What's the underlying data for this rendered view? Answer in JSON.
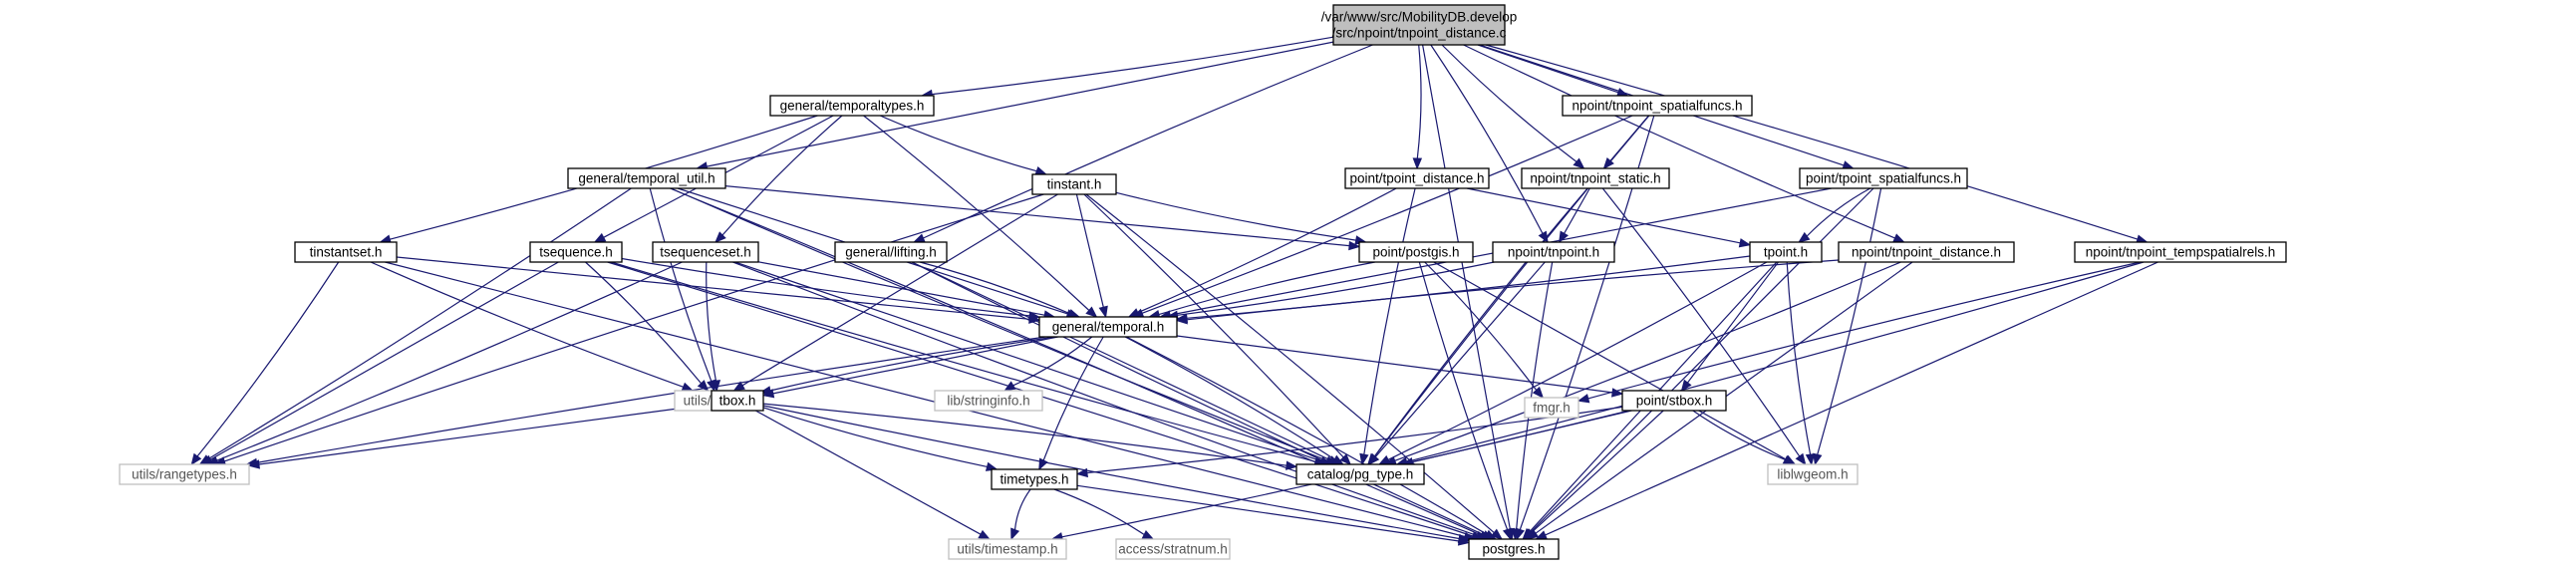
{
  "nodes": [
    {
      "id": "root",
      "lines": [
        "/var/www/src/MobilityDB.develop",
        "/src/npoint/tnpoint_distance.c"
      ],
      "style": "root"
    },
    {
      "id": "temporaltypes",
      "lines": [
        "general/temporaltypes.h"
      ],
      "style": "normal"
    },
    {
      "id": "spatialfuncs",
      "lines": [
        "npoint/tnpoint_spatialfuncs.h"
      ],
      "style": "normal"
    },
    {
      "id": "temporal_util",
      "lines": [
        "general/temporal_util.h"
      ],
      "style": "normal"
    },
    {
      "id": "tinstant",
      "lines": [
        "tinstant.h"
      ],
      "style": "normal"
    },
    {
      "id": "tpoint_distance",
      "lines": [
        "point/tpoint_distance.h"
      ],
      "style": "normal"
    },
    {
      "id": "tnpoint_static",
      "lines": [
        "npoint/tnpoint_static.h"
      ],
      "style": "normal"
    },
    {
      "id": "tpoint_spatialfuncs",
      "lines": [
        "point/tpoint_spatialfuncs.h"
      ],
      "style": "normal"
    },
    {
      "id": "tinstantset",
      "lines": [
        "tinstantset.h"
      ],
      "style": "normal"
    },
    {
      "id": "tsequence",
      "lines": [
        "tsequence.h"
      ],
      "style": "normal"
    },
    {
      "id": "tsequenceset",
      "lines": [
        "tsequenceset.h"
      ],
      "style": "normal"
    },
    {
      "id": "lifting",
      "lines": [
        "general/lifting.h"
      ],
      "style": "normal"
    },
    {
      "id": "postgis",
      "lines": [
        "point/postgis.h"
      ],
      "style": "normal"
    },
    {
      "id": "tnpoint",
      "lines": [
        "npoint/tnpoint.h"
      ],
      "style": "normal"
    },
    {
      "id": "tpoint",
      "lines": [
        "tpoint.h"
      ],
      "style": "normal"
    },
    {
      "id": "tnpoint_distance",
      "lines": [
        "npoint/tnpoint_distance.h"
      ],
      "style": "normal"
    },
    {
      "id": "tempspatialrels",
      "lines": [
        "npoint/tnpoint_tempspatialrels.h"
      ],
      "style": "normal"
    },
    {
      "id": "temporal",
      "lines": [
        "general/temporal.h"
      ],
      "style": "normal"
    },
    {
      "id": "fmgr",
      "lines": [
        "fmgr.h"
      ],
      "style": "ext"
    },
    {
      "id": "array",
      "lines": [
        "utils/array.h"
      ],
      "style": "ext"
    },
    {
      "id": "stringinfo",
      "lines": [
        "lib/stringinfo.h"
      ],
      "style": "ext"
    },
    {
      "id": "tbox",
      "lines": [
        "tbox.h"
      ],
      "style": "normal"
    },
    {
      "id": "stbox",
      "lines": [
        "point/stbox.h"
      ],
      "style": "normal"
    },
    {
      "id": "rangetypes",
      "lines": [
        "utils/rangetypes.h"
      ],
      "style": "ext"
    },
    {
      "id": "pg_type",
      "lines": [
        "catalog/pg_type.h"
      ],
      "style": "normal"
    },
    {
      "id": "liblwgeom",
      "lines": [
        "liblwgeom.h"
      ],
      "style": "ext"
    },
    {
      "id": "timetypes",
      "lines": [
        "timetypes.h"
      ],
      "style": "normal"
    },
    {
      "id": "timestamp",
      "lines": [
        "utils/timestamp.h"
      ],
      "style": "ext"
    },
    {
      "id": "stratnum",
      "lines": [
        "access/stratnum.h"
      ],
      "style": "ext"
    },
    {
      "id": "postgres",
      "lines": [
        "postgres.h"
      ],
      "style": "normal"
    }
  ],
  "edges": [
    [
      "root",
      "temporaltypes"
    ],
    [
      "root",
      "temporal_util"
    ],
    [
      "root",
      "lifting"
    ],
    [
      "root",
      "tpoint_distance"
    ],
    [
      "root",
      "spatialfuncs"
    ],
    [
      "root",
      "tnpoint_static"
    ],
    [
      "root",
      "tnpoint"
    ],
    [
      "root",
      "tpoint_spatialfuncs"
    ],
    [
      "root",
      "tnpoint_distance"
    ],
    [
      "root",
      "tempspatialrels"
    ],
    [
      "root",
      "postgres"
    ],
    [
      "temporaltypes",
      "tinstant"
    ],
    [
      "temporaltypes",
      "tinstantset"
    ],
    [
      "temporaltypes",
      "tsequence"
    ],
    [
      "temporaltypes",
      "tsequenceset"
    ],
    [
      "temporaltypes",
      "temporal"
    ],
    [
      "temporal_util",
      "temporal"
    ],
    [
      "temporal_util",
      "array"
    ],
    [
      "temporal_util",
      "rangetypes"
    ],
    [
      "temporal_util",
      "postgis"
    ],
    [
      "temporal_util",
      "pg_type"
    ],
    [
      "temporal_util",
      "postgres"
    ],
    [
      "tinstant",
      "temporal"
    ],
    [
      "tinstant",
      "postgis"
    ],
    [
      "tinstant",
      "pg_type"
    ],
    [
      "tinstant",
      "array"
    ],
    [
      "tinstant",
      "rangetypes"
    ],
    [
      "tinstant",
      "postgres"
    ],
    [
      "tinstantset",
      "temporal"
    ],
    [
      "tinstantset",
      "array"
    ],
    [
      "tinstantset",
      "rangetypes"
    ],
    [
      "tinstantset",
      "postgres"
    ],
    [
      "tsequence",
      "temporal"
    ],
    [
      "tsequence",
      "array"
    ],
    [
      "tsequence",
      "rangetypes"
    ],
    [
      "tsequence",
      "pg_type"
    ],
    [
      "tsequence",
      "postgres"
    ],
    [
      "tsequenceset",
      "temporal"
    ],
    [
      "tsequenceset",
      "array"
    ],
    [
      "tsequenceset",
      "rangetypes"
    ],
    [
      "tsequenceset",
      "pg_type"
    ],
    [
      "tsequenceset",
      "postgres"
    ],
    [
      "lifting",
      "temporal"
    ],
    [
      "lifting",
      "pg_type"
    ],
    [
      "lifting",
      "postgres"
    ],
    [
      "tpoint_distance",
      "temporal"
    ],
    [
      "tpoint_distance",
      "tpoint"
    ],
    [
      "tpoint_distance",
      "pg_type"
    ],
    [
      "spatialfuncs",
      "temporal"
    ],
    [
      "spatialfuncs",
      "tnpoint_static"
    ],
    [
      "spatialfuncs",
      "pg_type"
    ],
    [
      "spatialfuncs",
      "postgres"
    ],
    [
      "tnpoint_static",
      "tnpoint"
    ],
    [
      "tnpoint_static",
      "pg_type"
    ],
    [
      "tnpoint_static",
      "liblwgeom"
    ],
    [
      "tpoint_spatialfuncs",
      "temporal"
    ],
    [
      "tpoint_spatialfuncs",
      "tpoint"
    ],
    [
      "tpoint_spatialfuncs",
      "liblwgeom"
    ],
    [
      "tpoint_spatialfuncs",
      "postgres"
    ],
    [
      "postgis",
      "temporal"
    ],
    [
      "postgis",
      "fmgr"
    ],
    [
      "postgis",
      "liblwgeom"
    ],
    [
      "postgis",
      "postgres"
    ],
    [
      "tnpoint",
      "temporal"
    ],
    [
      "tnpoint",
      "pg_type"
    ],
    [
      "tnpoint",
      "postgres"
    ],
    [
      "tpoint",
      "temporal"
    ],
    [
      "tpoint",
      "stbox"
    ],
    [
      "tpoint",
      "liblwgeom"
    ],
    [
      "tpoint",
      "pg_type"
    ],
    [
      "tpoint",
      "postgres"
    ],
    [
      "tnpoint_distance",
      "temporal"
    ],
    [
      "tnpoint_distance",
      "pg_type"
    ],
    [
      "tnpoint_distance",
      "postgres"
    ],
    [
      "tempspatialrels",
      "fmgr"
    ],
    [
      "tempspatialrels",
      "pg_type"
    ],
    [
      "tempspatialrels",
      "postgres"
    ],
    [
      "temporal",
      "array"
    ],
    [
      "temporal",
      "stringinfo"
    ],
    [
      "temporal",
      "tbox"
    ],
    [
      "temporal",
      "timetypes"
    ],
    [
      "temporal",
      "pg_type"
    ],
    [
      "temporal",
      "stbox"
    ],
    [
      "temporal",
      "rangetypes"
    ],
    [
      "temporal",
      "postgres"
    ],
    [
      "tbox",
      "rangetypes"
    ],
    [
      "tbox",
      "timetypes"
    ],
    [
      "tbox",
      "pg_type"
    ],
    [
      "tbox",
      "timestamp"
    ],
    [
      "tbox",
      "postgres"
    ],
    [
      "stbox",
      "timetypes"
    ],
    [
      "stbox",
      "pg_type"
    ],
    [
      "stbox",
      "liblwgeom"
    ],
    [
      "stbox",
      "timestamp"
    ],
    [
      "stbox",
      "postgres"
    ],
    [
      "timetypes",
      "timestamp"
    ],
    [
      "timetypes",
      "stratnum"
    ],
    [
      "timetypes",
      "postgres"
    ]
  ]
}
